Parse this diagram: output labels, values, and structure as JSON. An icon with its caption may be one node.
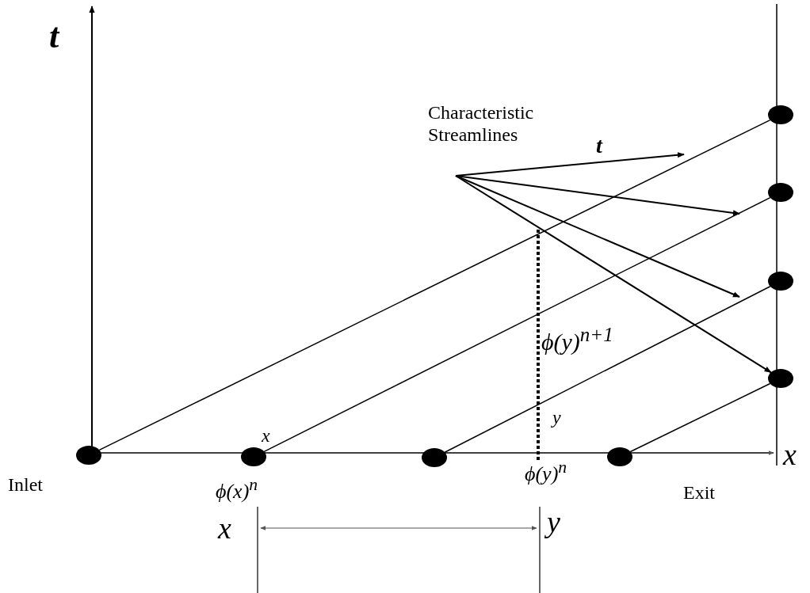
{
  "diagram": {
    "nodes": [
      {
        "text": [],
        "shape": "circle"
      },
      {
        "text": [],
        "shape": "circle"
      },
      {
        "text": [],
        "shape": "circle"
      },
      {
        "text": [],
        "shape": "circle"
      },
      {
        "text": [],
        "shape": "circle"
      },
      {
        "text": [],
        "shape": "circle"
      },
      {
        "text": [],
        "shape": "circle"
      },
      {
        "text": [],
        "shape": "circle"
      },
      {
        "text": [
          "Characteristic Streamlines"
        ]
      }
    ],
    "edges": [
      {
        "from": 0,
        "to": 4,
        "arrow": "none"
      },
      {
        "from": 1,
        "to": 5,
        "arrow": "none"
      },
      {
        "from": 2,
        "to": 6,
        "arrow": "none"
      },
      {
        "from": 3,
        "to": 7,
        "arrow": "none"
      },
      {
        "from": 8,
        "to": null,
        "arrow": "to"
      },
      {
        "from": 8,
        "to": null,
        "arrow": "to"
      },
      {
        "from": 8,
        "to": null,
        "arrow": "to"
      },
      {
        "from": 8,
        "to": 7,
        "arrow": "to"
      }
    ],
    "labels": [
      "t",
      "t",
      "ϕ(y)$^{n+1}$",
      "y",
      "x",
      "x",
      "Inlet",
      "ϕ(y)$^{n}$",
      "ϕ(x)$^{n}$",
      "Exit",
      "x",
      "y"
    ]
  }
}
